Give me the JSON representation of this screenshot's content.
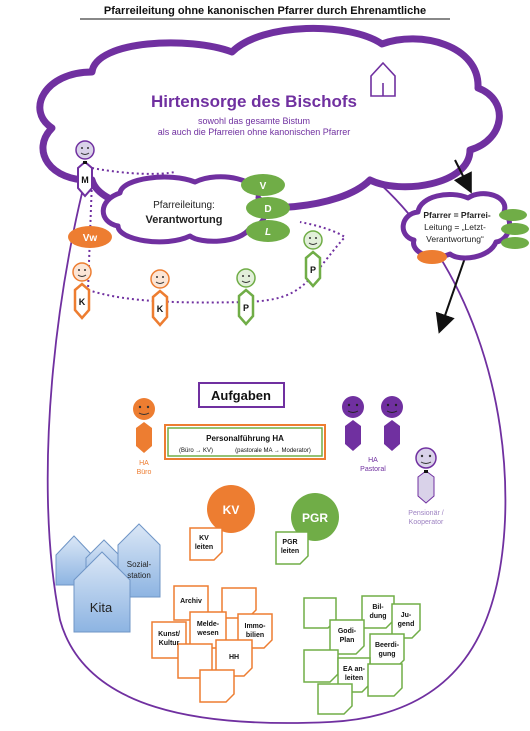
{
  "header": {
    "title": "Pfarreileitung ohne kanonischen Pfarrer durch Ehrenamtliche"
  },
  "cloud": {
    "title": "Hirtensorge des Bischofs",
    "line1": "sowohl das gesamte Bistum",
    "line2": "als auch die Pfarreien ohne kanonischen Pfarrer"
  },
  "leadership": {
    "line1": "Pfarreileitung:",
    "line2": "Verantwortung"
  },
  "ovals": {
    "v": "V",
    "d": "D",
    "l": "L",
    "vw": "Vw"
  },
  "figures": {
    "m": "M",
    "k1": "K",
    "k2": "K",
    "p1": "P",
    "p2": "P"
  },
  "side_cloud": {
    "line1": "Pfarrer = Pfarrei-",
    "line2": "Leitung = „Letzt-",
    "line3": "Verantwortung“"
  },
  "tasks": {
    "title": "Aufgaben",
    "box_title": "Personalführung HA",
    "box_sub1": "(Büro → KV)",
    "box_sub2": "(pastorale MA → Moderator)"
  },
  "roles": {
    "ha_buero_1": "HA",
    "ha_buero_2": "Büro",
    "ha_pastoral_1": "HA",
    "ha_pastoral_2": "Pastoral",
    "pensionaer_1": "Pensionär /",
    "pensionaer_2": "Kooperator"
  },
  "circles": {
    "kv": "KV",
    "pgr": "PGR"
  },
  "notes": {
    "kv_leiten_1": "KV",
    "kv_leiten_2": "leiten",
    "pgr_leiten_1": "PGR",
    "pgr_leiten_2": "leiten"
  },
  "buildings": {
    "kita": "Kita",
    "sozial_1": "Sozial-",
    "sozial_2": "station"
  },
  "orange_notes": {
    "archiv": "Archiv",
    "melde_1": "Melde-",
    "melde_2": "wesen",
    "immo_1": "Immo-",
    "immo_2": "bilien",
    "kunst_1": "Kunst/",
    "kunst_2": "Kultur",
    "hh": "HH"
  },
  "green_notes": {
    "bildung_1": "Bil-",
    "bildung_2": "dung",
    "jugend_1": "Ju-",
    "jugend_2": "gend",
    "godi_1": "Godi-",
    "godi_2": "Plan",
    "beerd_1": "Beerdi-",
    "beerd_2": "gung",
    "ea_1": "EA an-",
    "ea_2": "leiten"
  },
  "colors": {
    "purple": "#7030a0",
    "orange": "#ed7d31",
    "green": "#70ad47",
    "blue": "#8db4e2",
    "dark": "#1a1a1a"
  }
}
